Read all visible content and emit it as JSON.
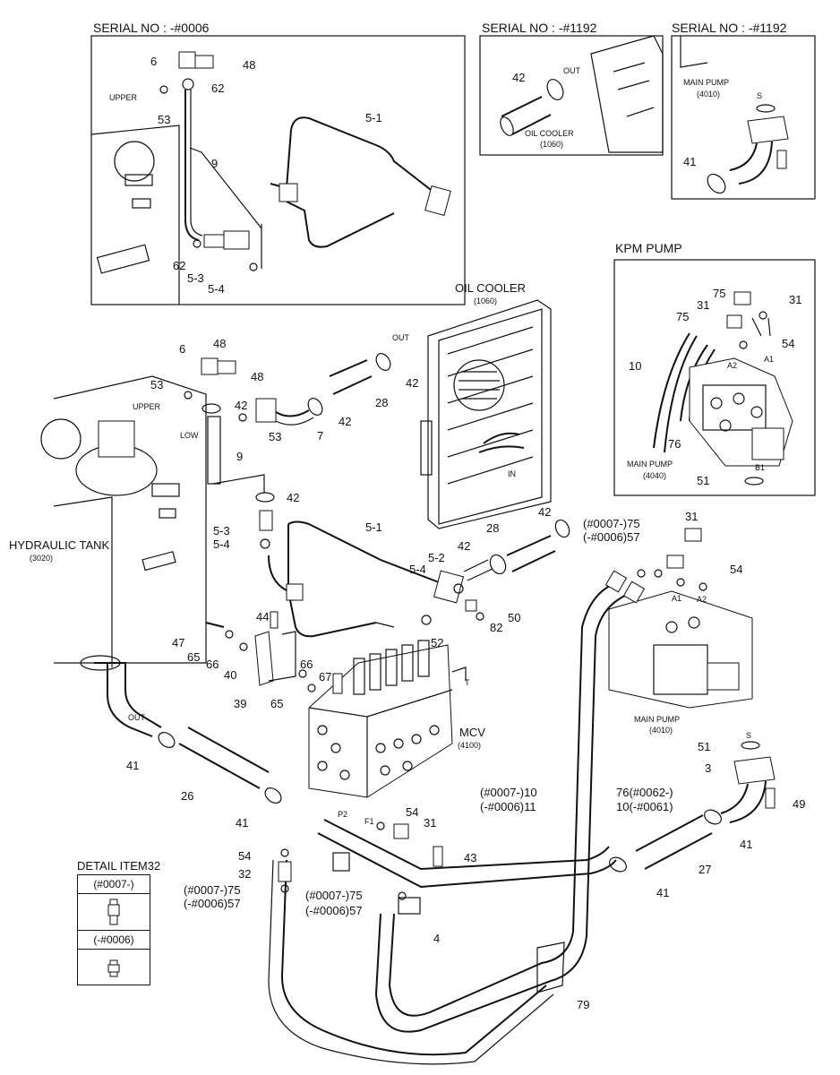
{
  "insets": {
    "serial_left": "SERIAL NO : -#0006",
    "serial_mid": "SERIAL NO : -#1192",
    "serial_right": "SERIAL NO : -#1192",
    "kpm_pump": "KPM PUMP"
  },
  "components": {
    "oil_cooler": "OIL COOLER",
    "oil_cooler_code": "(1060)",
    "hydraulic_tank": "HYDRAULIC TANK",
    "hydraulic_tank_code": "(3020)",
    "mcv": "MCV",
    "mcv_code": "(4100)",
    "main_pump": "MAIN PUMP",
    "main_pump_code_4010": "(4010)",
    "main_pump_code_4040": "(4040)"
  },
  "words": {
    "upper": "UPPER",
    "low": "LOW",
    "out": "OUT",
    "in": "IN",
    "port_t": "T",
    "port_p2": "P2",
    "port_f1": "F1",
    "port_s": "S",
    "port_a1": "A1",
    "port_a2": "A2",
    "port_b1": "B1"
  },
  "detail": {
    "title": "DETAIL ITEM32",
    "row1": "(#0007-)",
    "row2": "(-#0006)"
  },
  "part_labels": {
    "p6": "6",
    "p48": "48",
    "p62": "62",
    "p53": "53",
    "p9": "9",
    "p5_1": "5-1",
    "p5_2": "5-2",
    "p5_3": "5-3",
    "p5_4": "5-4",
    "p42": "42",
    "p41": "41",
    "p28": "28",
    "p7": "7",
    "p31": "31",
    "p75": "75",
    "p54": "54",
    "p10": "10",
    "p76": "76",
    "p51": "51",
    "p44": "44",
    "p47": "47",
    "p65": "65",
    "p66": "66",
    "p40": "40",
    "p39": "39",
    "p67": "67",
    "p50": "50",
    "p82": "82",
    "p52": "52",
    "p26": "26",
    "p32": "32",
    "p43": "43",
    "p4": "4",
    "p79": "79",
    "p27": "27",
    "p3": "3",
    "p49": "49"
  },
  "long_labels": {
    "l_75_57_top": "(#0007-)75",
    "l_75_57_top2": "(-#0006)57",
    "l_75_57_left": "(#0007-)75",
    "l_75_57_left2": "(-#0006)57",
    "l_75_57_mid": "(#0007-)75",
    "l_75_57_mid2": "(-#0006)57",
    "l_10_11": "(#0007-)10",
    "l_10_11b": "(-#0006)11",
    "l_76_10": "76(#0062-)",
    "l_76_10b": "10(-#0061)"
  }
}
